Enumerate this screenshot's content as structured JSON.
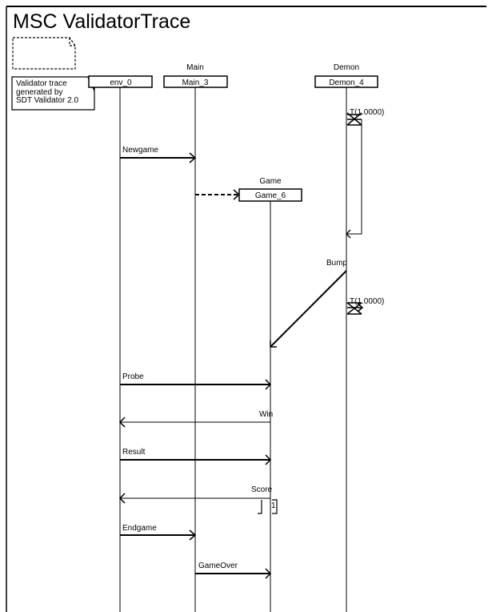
{
  "diagram": {
    "title": "MSC ValidatorTrace",
    "comment_lines": [
      "Validator trace",
      "generated by",
      "SDT Validator 2.0"
    ],
    "colors": {
      "line": "#000000",
      "background": "#ffffff"
    }
  },
  "instances": [
    {
      "id": "env",
      "type_label": "",
      "name": "env_0"
    },
    {
      "id": "main",
      "type_label": "Main",
      "name": "Main_3"
    },
    {
      "id": "game",
      "type_label": "Game",
      "name": "Game_6"
    },
    {
      "id": "demon",
      "type_label": "Demon",
      "name": "Demon_4"
    }
  ],
  "events": [
    {
      "kind": "timer-set",
      "instance": "demon",
      "label": "T(1.0000)"
    },
    {
      "kind": "message",
      "from": "env",
      "to": "main",
      "label": "Newgame"
    },
    {
      "kind": "create",
      "from": "main",
      "to": "game",
      "label": ""
    },
    {
      "kind": "timeout",
      "instance": "demon",
      "label": ""
    },
    {
      "kind": "message",
      "from": "demon",
      "to": "game",
      "label": "Bump"
    },
    {
      "kind": "timer-set",
      "instance": "demon",
      "label": "T(1.0000)"
    },
    {
      "kind": "message",
      "from": "env",
      "to": "game",
      "label": "Probe"
    },
    {
      "kind": "message",
      "from": "game",
      "to": "env",
      "label": "Win"
    },
    {
      "kind": "message",
      "from": "env",
      "to": "game",
      "label": "Result"
    },
    {
      "kind": "message",
      "from": "game",
      "to": "env",
      "label": "Score",
      "parameter": "1"
    },
    {
      "kind": "message",
      "from": "env",
      "to": "main",
      "label": "Endgame"
    },
    {
      "kind": "message",
      "from": "main",
      "to": "game",
      "label": "GameOver"
    }
  ]
}
